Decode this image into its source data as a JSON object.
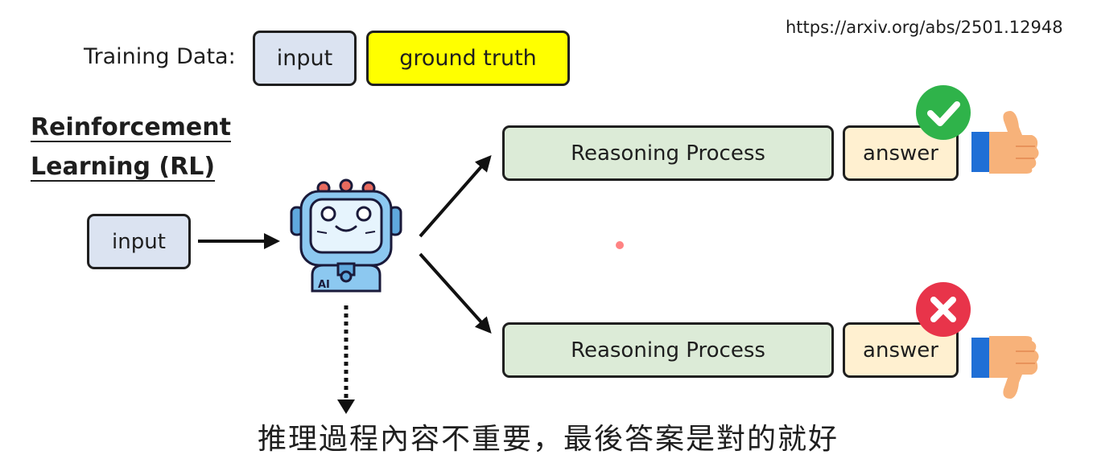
{
  "source_url": "https://arxiv.org/abs/2501.12948",
  "training_data": {
    "label": "Training Data:",
    "input_label": "input",
    "ground_truth_label": "ground truth"
  },
  "rl": {
    "title_line1": "Reinforcement",
    "title_line2": "Learning (RL)",
    "input_label": "input",
    "robot_badge": "AI"
  },
  "outputs": [
    {
      "reasoning_label": "Reasoning Process",
      "answer_label": "answer",
      "verdict": "correct",
      "feedback": "thumbs-up"
    },
    {
      "reasoning_label": "Reasoning Process",
      "answer_label": "answer",
      "verdict": "wrong",
      "feedback": "thumbs-down"
    }
  ],
  "caption": "推理過程內容不重要，最後答案是對的就好",
  "colors": {
    "input_fill": "#dbe3f1",
    "ground_truth_fill": "#ffff00",
    "reasoning_fill": "#dcebd7",
    "answer_fill": "#fff0d0",
    "check_green": "#2fb34a",
    "cross_red": "#e8344a",
    "thumb_skin": "#f7b27a",
    "cuff_blue": "#1f6fd6",
    "robot_blue": "#8cc8f0"
  }
}
